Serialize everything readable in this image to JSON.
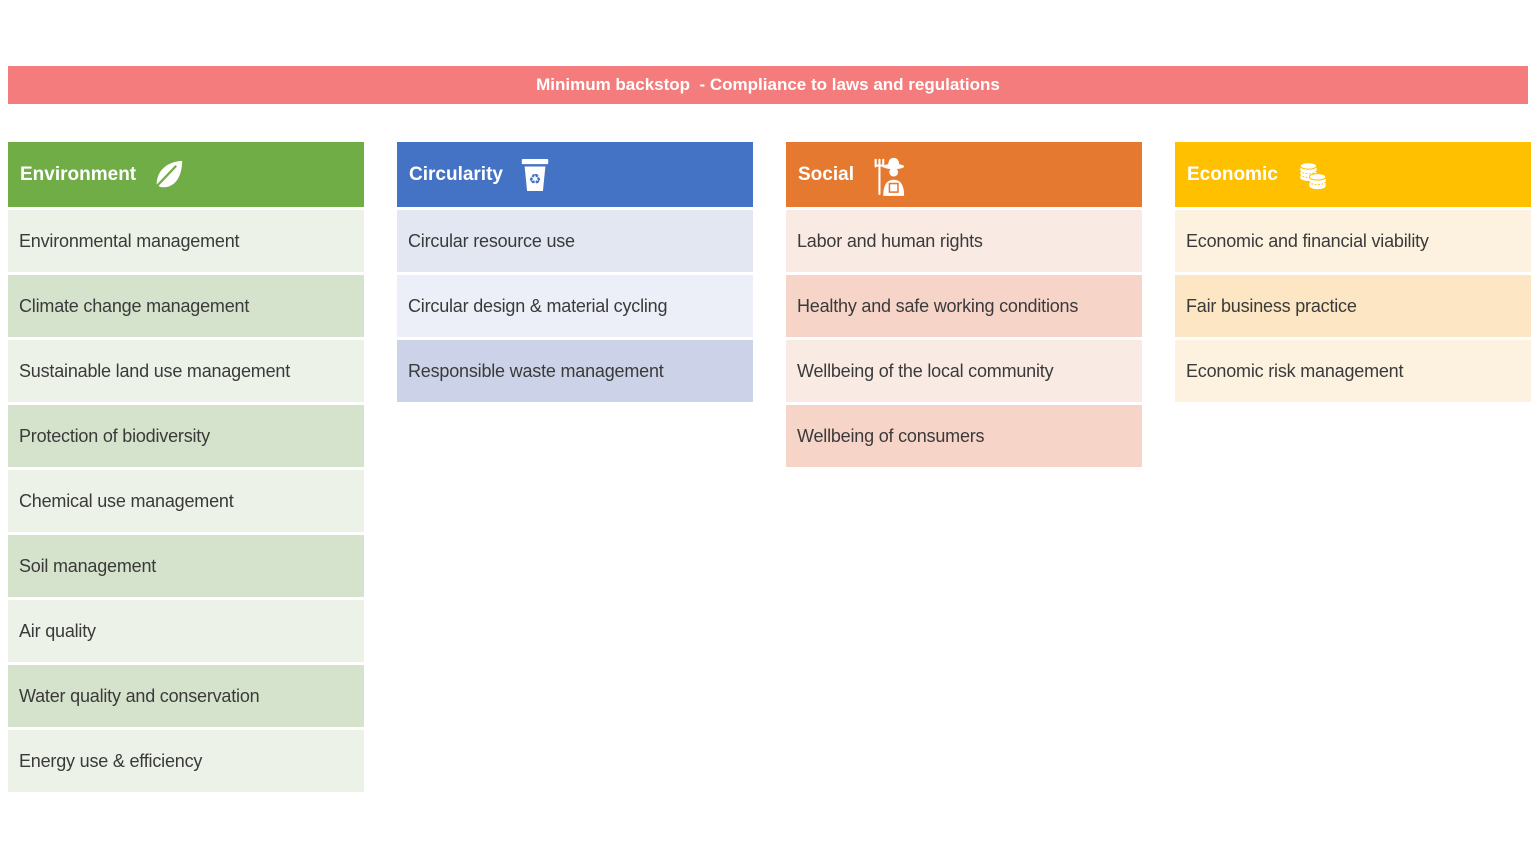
{
  "banner": {
    "label": "Minimum backstop  - Compliance to laws and regulations",
    "bg": "#F47C7C",
    "text_color": "#FFFFFF"
  },
  "columns": [
    {
      "id": "environment",
      "title": "Environment",
      "icon": "leaf-icon",
      "header_bg": "#70AD47",
      "rows": [
        {
          "label": "Environmental management",
          "bg": "#ECF2E7"
        },
        {
          "label": "Climate change management",
          "bg": "#D6E3CC"
        },
        {
          "label": "Sustainable land use management",
          "bg": "#ECF2E7"
        },
        {
          "label": "Protection of biodiversity",
          "bg": "#D6E3CC"
        },
        {
          "label": "Chemical use management",
          "bg": "#ECF2E7"
        },
        {
          "label": "Soil management",
          "bg": "#D6E3CC"
        },
        {
          "label": "Air quality",
          "bg": "#ECF2E7"
        },
        {
          "label": "Water quality and conservation",
          "bg": "#D6E3CC"
        },
        {
          "label": "Energy use & efficiency",
          "bg": "#ECF2E7"
        }
      ]
    },
    {
      "id": "circularity",
      "title": "Circularity",
      "icon": "recycle-bin-icon",
      "header_bg": "#4472C4",
      "rows": [
        {
          "label": "Circular resource use",
          "bg": "#E2E7F2"
        },
        {
          "label": "Circular design & material cycling",
          "bg": "#EDEFF8"
        },
        {
          "label": "Responsible waste management",
          "bg": "#CCD3E9"
        }
      ]
    },
    {
      "id": "social",
      "title": "Social",
      "icon": "farmer-icon",
      "header_bg": "#E5792F",
      "rows": [
        {
          "label": "Labor and human rights",
          "bg": "#FAEAE4"
        },
        {
          "label": "Healthy and safe working conditions",
          "bg": "#F6D5C8"
        },
        {
          "label": "Wellbeing of the local community",
          "bg": "#FAEAE4"
        },
        {
          "label": "Wellbeing of consumers",
          "bg": "#F6D5C8"
        }
      ]
    },
    {
      "id": "economic",
      "title": "Economic",
      "icon": "coins-icon",
      "header_bg": "#FFC000",
      "rows": [
        {
          "label": "Economic and financial viability",
          "bg": "#FDF2E0"
        },
        {
          "label": "Fair business practice",
          "bg": "#FCE6C3"
        },
        {
          "label": "Economic risk management",
          "bg": "#FDF2E0"
        }
      ]
    }
  ]
}
